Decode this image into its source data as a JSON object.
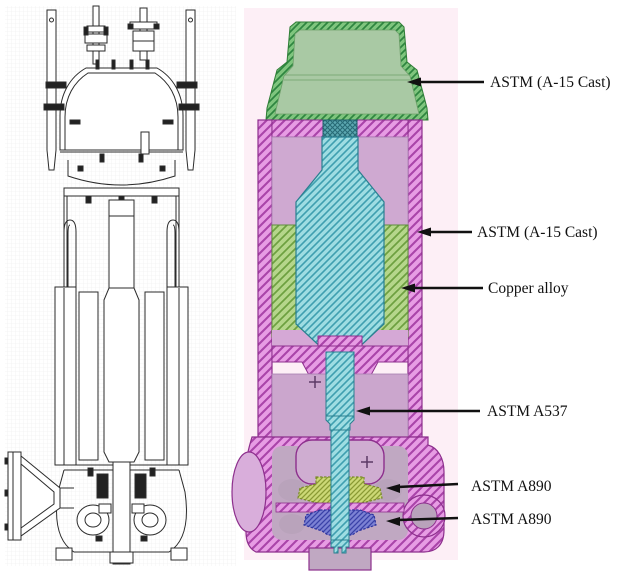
{
  "figure": {
    "title": "Pump cross-section with material callouts",
    "left_panel": {
      "description": "Black-and-white CAD engineering cross-section drawing of a vertical submersible motor-pump unit on fine grid paper"
    },
    "right_panel": {
      "description": "Colored sectioned 3D CAD model of the motor-pump unit",
      "background_color": "#fdeff6",
      "part_colors": {
        "top_cover_green": "#a9c9a4",
        "casing_magenta": "#e79ce4",
        "shaft_rotor_teal": "#9edde2",
        "stator_mauve": "#cfa9d1",
        "copper_alloy_green": "#b5d68b",
        "upper_impeller_yellow_green": "#ccd876",
        "lower_impeller_blue": "#7c82d4"
      }
    },
    "labels": [
      {
        "text": "ASTM (A-15 Cast)",
        "points_to": "top cover"
      },
      {
        "text": "ASTM (A-15 Cast)",
        "points_to": "outer casing wall"
      },
      {
        "text": "Copper alloy",
        "points_to": "stator winding block"
      },
      {
        "text": "ASTM A537",
        "points_to": "shaft"
      },
      {
        "text": "ASTM A890",
        "points_to": "upper impeller"
      },
      {
        "text": "ASTM A890",
        "points_to": "lower impeller"
      }
    ]
  }
}
